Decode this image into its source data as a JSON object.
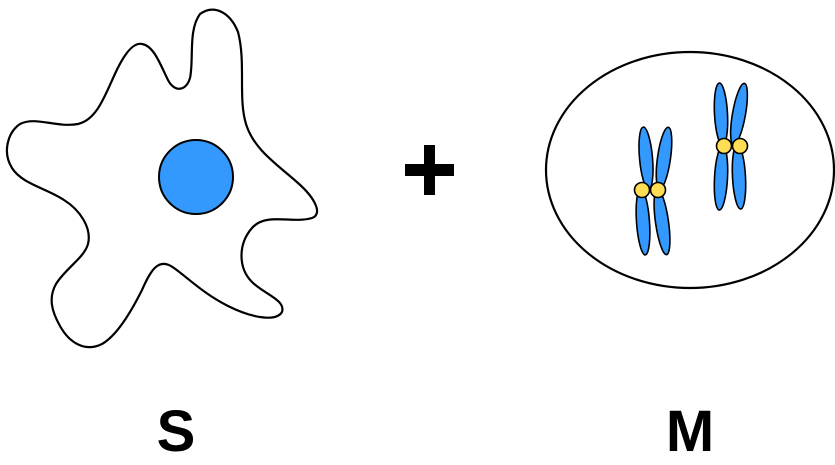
{
  "labels": {
    "left_cell": "S",
    "right_cell": "M"
  },
  "operator": "+",
  "colors": {
    "nucleus": "#3399ff",
    "chromosome": "#3399ff",
    "centromere": "#ffdd55",
    "outline": "#000000",
    "background": "#ffffff"
  },
  "icons": {
    "left_cell": "amoeboid-cell-with-nucleus",
    "right_cell": "mitotic-cell-with-condensed-chromosomes",
    "operator": "plus-icon"
  }
}
